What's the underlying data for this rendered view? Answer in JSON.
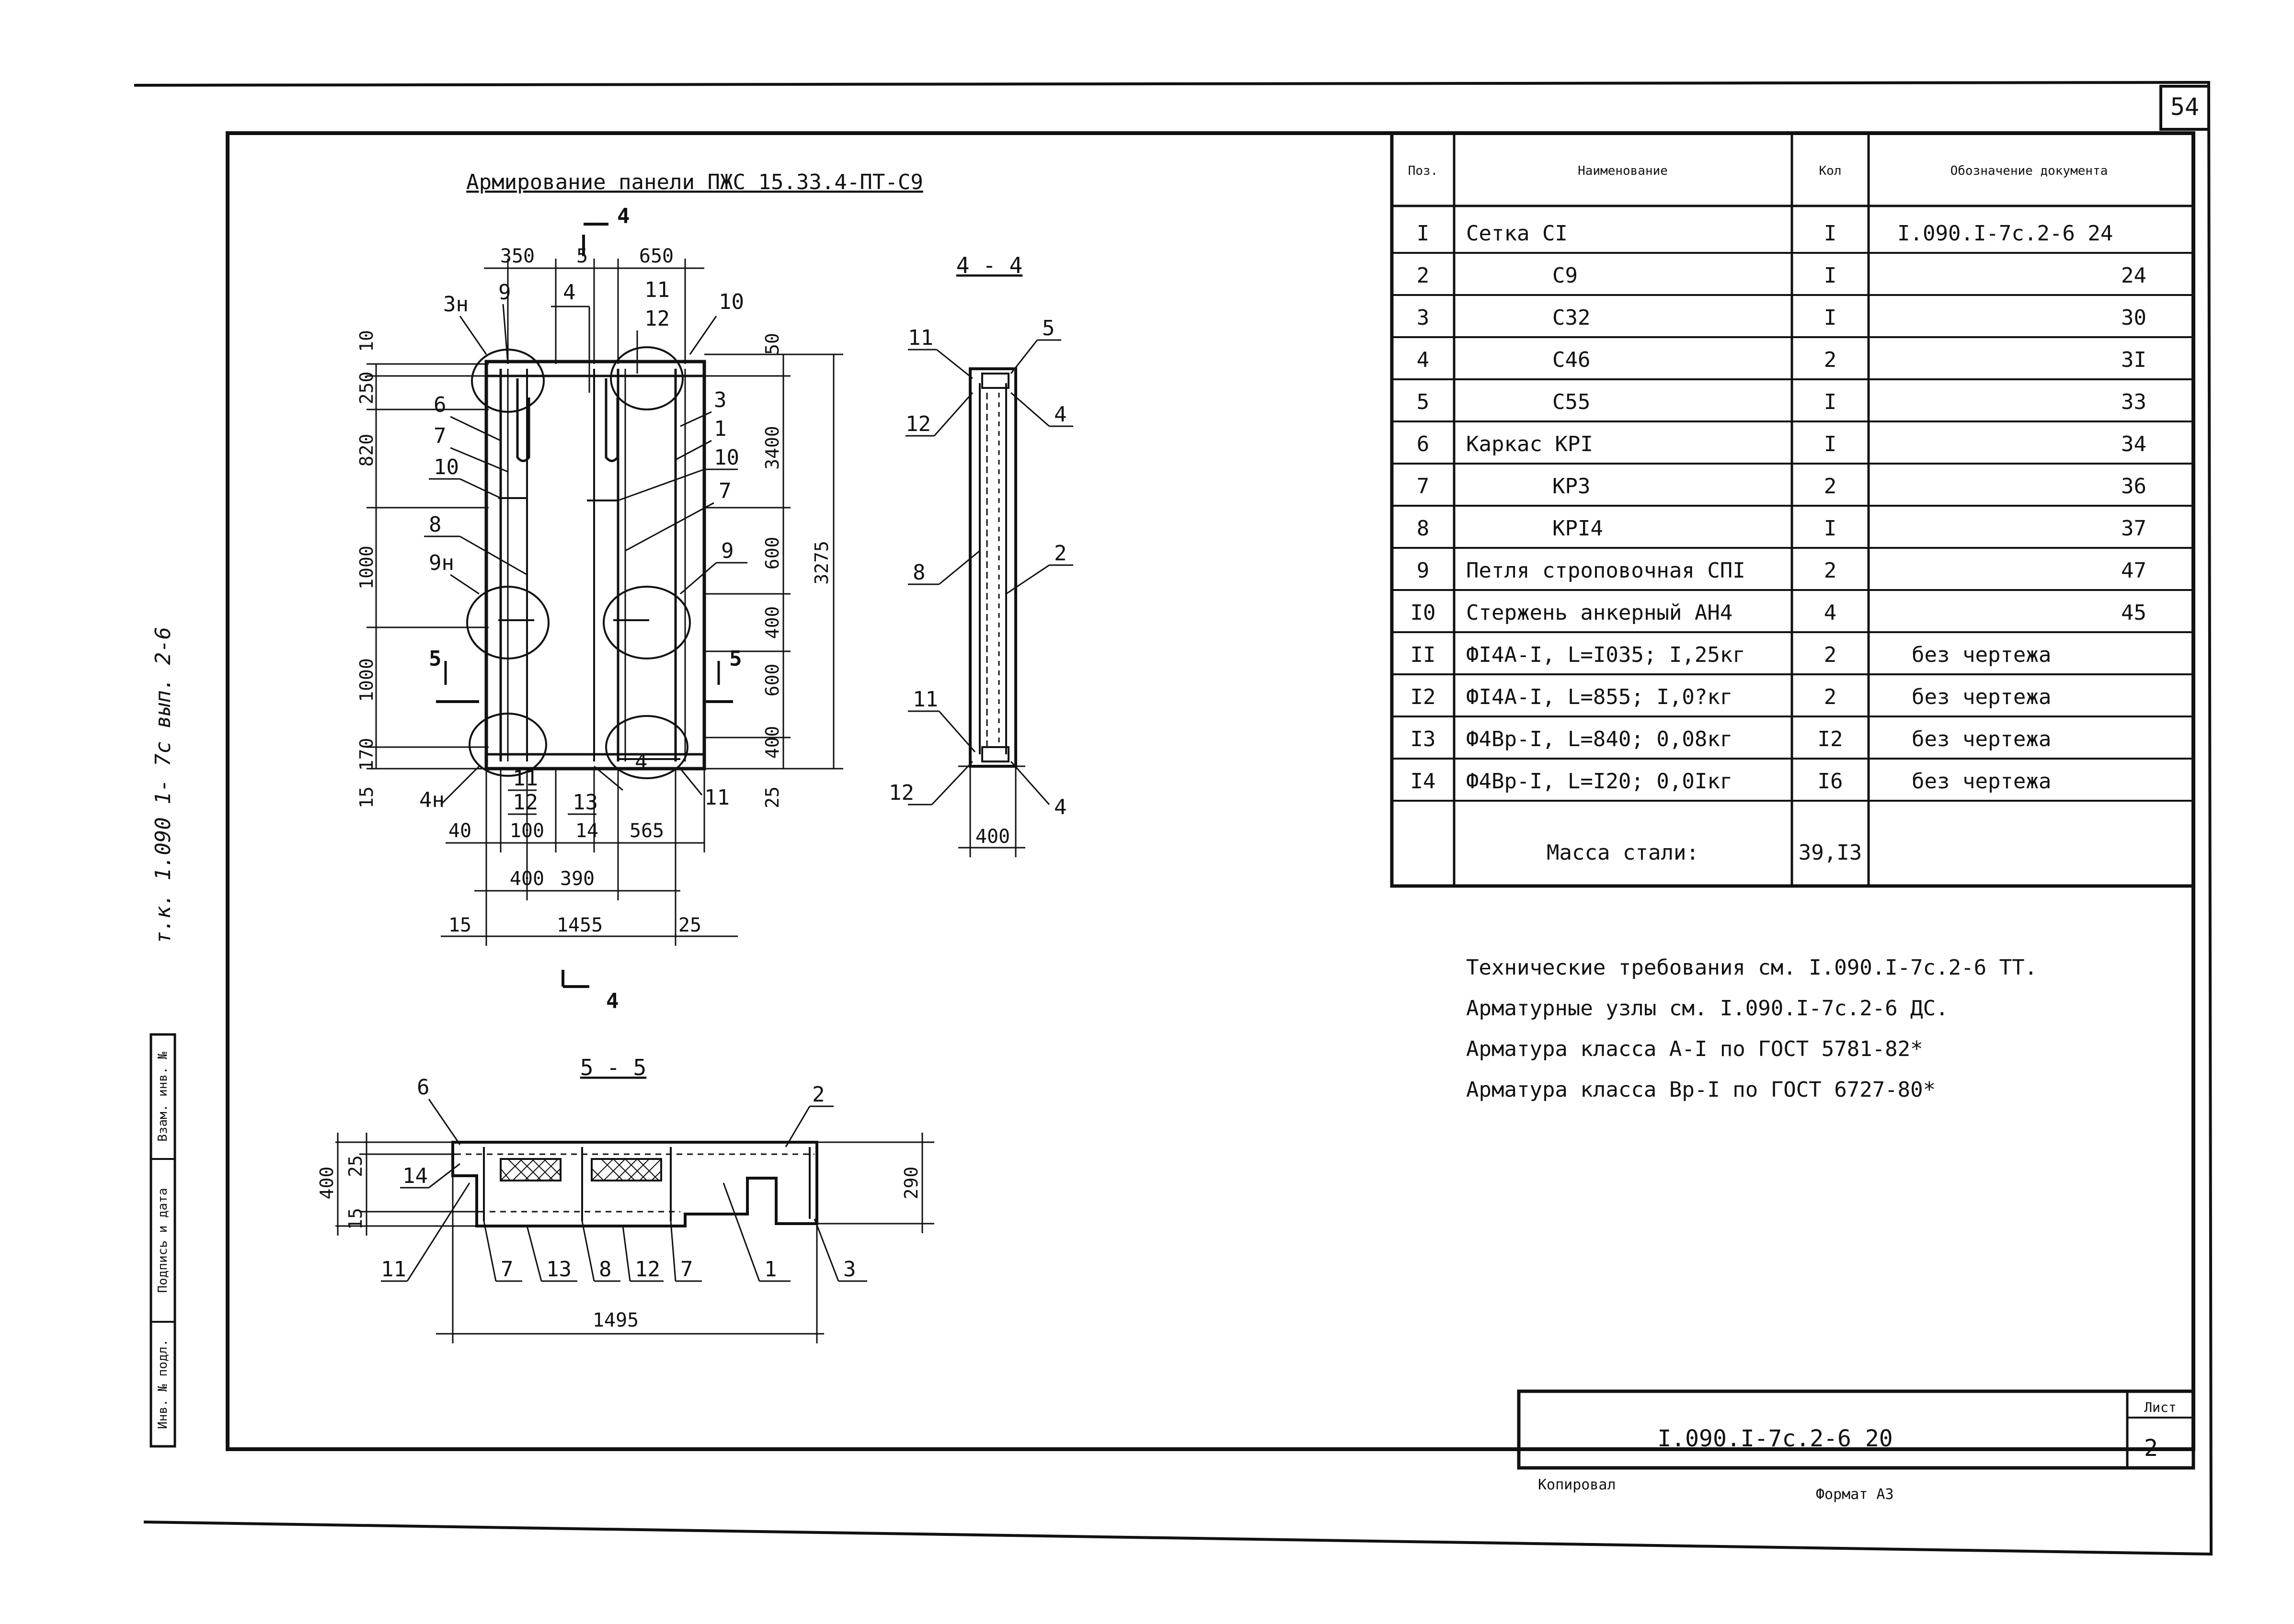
{
  "sheet_no": "54",
  "side_code": "т.к. 1.090 1- 7с вып. 2-6",
  "stamp_labels": [
    "Инв. № подл.",
    "Подпись и дата",
    "Взам. инв. №"
  ],
  "plan": {
    "title": "Армирование панели ПЖС 15.33.4-ПТ-С9",
    "section_marks": {
      "top": "4",
      "bottom": "4",
      "left": "5",
      "right": "5"
    },
    "dims_top": [
      "350",
      "5",
      "650"
    ],
    "dims_left": [
      "10",
      "250",
      "820",
      "1000",
      "1000",
      "170",
      "15"
    ],
    "dims_right": [
      "50",
      "3400",
      "600",
      "400",
      "600",
      "400",
      "25",
      "3275"
    ],
    "dims_bottom": [
      "40",
      "100",
      "14",
      "565",
      "400",
      "390",
      "15",
      "1455",
      "25"
    ],
    "callouts": {
      "c3n": "3н",
      "c9a": "9",
      "c4a": "4",
      "c11a": "11",
      "c12a": "12",
      "c10a": "10",
      "c6": "6",
      "c7a": "7",
      "c10b": "10",
      "c3": "3",
      "c1": "1",
      "c10c": "10",
      "c7b": "7",
      "c8": "8",
      "c9n": "9н",
      "c9b": "9",
      "c4n": "4н",
      "c11b": "11",
      "c12b": "12",
      "c13": "13",
      "c4b": "4",
      "c11c": "11"
    }
  },
  "section44": {
    "title": "4 - 4",
    "width_dim": "400",
    "callouts": {
      "c11a": "11",
      "c5": "5",
      "c12a": "12",
      "c4a": "4",
      "c8": "8",
      "c2": "2",
      "c11b": "11",
      "c12b": "12",
      "c4b": "4"
    }
  },
  "section55": {
    "title": "5 - 5",
    "dims": {
      "h400": "400",
      "h25": "25",
      "h15": "15",
      "h290": "290",
      "len": "1495"
    },
    "callouts": {
      "c6": "6",
      "c2": "2",
      "c14": "14",
      "c11": "11",
      "c7a": "7",
      "c13": "13",
      "c8": "8",
      "c12": "12",
      "c7b": "7",
      "c1": "1",
      "c3": "3"
    }
  },
  "spec": {
    "headers": [
      "Поз.",
      "Наименование",
      "Кол",
      "Обозначение документа"
    ],
    "rows": [
      [
        "I",
        "Сетка CI",
        "I",
        "I.090.I-7c.2-6 24"
      ],
      [
        "2",
        "C9",
        "I",
        "24"
      ],
      [
        "3",
        "C32",
        "I",
        "30"
      ],
      [
        "4",
        "C46",
        "2",
        "3I"
      ],
      [
        "5",
        "C55",
        "I",
        "33"
      ],
      [
        "6",
        "Каркас КРI",
        "I",
        "34"
      ],
      [
        "7",
        "КР3",
        "2",
        "36"
      ],
      [
        "8",
        "КРI4",
        "I",
        "37"
      ],
      [
        "9",
        "Петля строповочная СПI",
        "2",
        "47"
      ],
      [
        "I0",
        "Стержень анкерный АН4",
        "4",
        "45"
      ],
      [
        "II",
        "ФI4А-I, L=I035; I,25кг",
        "2",
        "без чертежа"
      ],
      [
        "I2",
        "ФI4А-I, L=855; I,0?кг",
        "2",
        "без чертежа"
      ],
      [
        "I3",
        "Ф4Вр-I, L=840; 0,08кг",
        "I2",
        "без чертежа"
      ],
      [
        "I4",
        "Ф4Вр-I, L=I20; 0,0Iкг",
        "I6",
        "без чертежа"
      ]
    ],
    "mass_label": "Масса стали:",
    "mass_value": "39,I3"
  },
  "notes": [
    "Технические требования см. I.090.I-7c.2-6 ТТ.",
    "Арматурные узлы см. I.090.I-7c.2-6 ДС.",
    "Арматура класса А-I по ГОСТ 5781-82*",
    "Арматура класса Вр-I по ГОСТ 6727-80*"
  ],
  "title_block": {
    "doc_code": "I.090.I-7c.2-6 20",
    "sheet_label": "Лист",
    "sheet_value": "2"
  },
  "footer": {
    "copied": "Копировал",
    "format": "Формат А3"
  }
}
